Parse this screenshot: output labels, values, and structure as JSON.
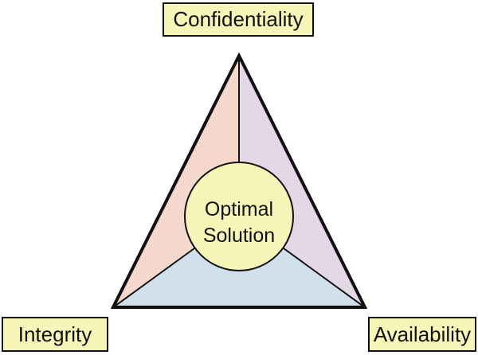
{
  "labels": {
    "top": "Confidentiality",
    "bottom_left": "Integrity",
    "bottom_right": "Availability"
  },
  "center": {
    "line1": "Optimal",
    "line2": "Solution"
  },
  "colors": {
    "label_fill": "#f7f5b8",
    "circle_fill": "#f7f5b8",
    "left_region": "#f4d8cc",
    "right_region": "#e4d8e6",
    "bottom_region": "#cfe0ec",
    "outline": "#111111"
  }
}
